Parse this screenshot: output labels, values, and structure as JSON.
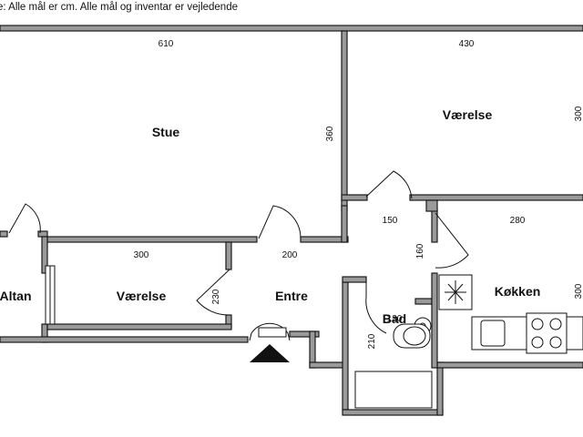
{
  "note": "e: Alle mål er cm. Alle mål og inventar er vejledende",
  "rooms": {
    "stue": "Stue",
    "vaerelse_top": "Værelse",
    "vaerelse_left": "Værelse",
    "altan": "Altan",
    "entre": "Entre",
    "kokken": "Køkken",
    "bad": "Bad"
  },
  "dims": {
    "stue_w": "610",
    "stue_h": "360",
    "vaerelse_top_w": "430",
    "vaerelse_top_h": "300",
    "hall_w": "150",
    "hall_h": "160",
    "kokken_w": "280",
    "kokken_h": "300",
    "vaerelse_left_w": "300",
    "vaerelse_left_h": "230",
    "entre_w": "200",
    "bad_w": "130",
    "bad_h": "210"
  }
}
